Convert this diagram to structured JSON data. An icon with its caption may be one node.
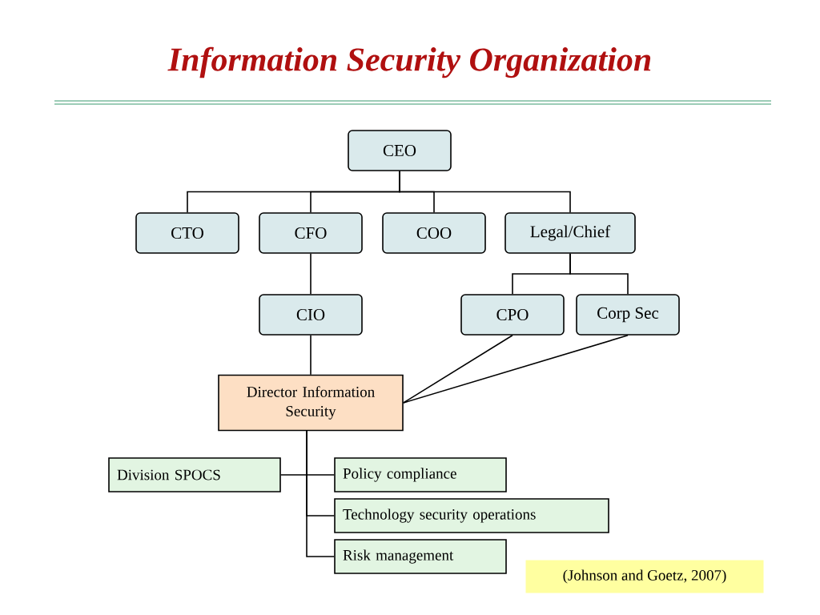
{
  "diagram": {
    "title": "Information Security Organization",
    "nodes": [
      {
        "text": [
          "CEO"
        ]
      },
      {
        "text": [
          "CTO"
        ]
      },
      {
        "text": [
          "CFO"
        ]
      },
      {
        "text": [
          "COO"
        ]
      },
      {
        "text": [
          "Legal/Chief"
        ]
      },
      {
        "text": [
          "CIO"
        ]
      },
      {
        "text": [
          "CPO"
        ]
      },
      {
        "text": [
          "Corp Sec"
        ]
      },
      {
        "text": [
          "Director Information Security"
        ]
      },
      {
        "text": [
          "Division SPOCS"
        ]
      },
      {
        "text": [
          "Policy compliance"
        ]
      },
      {
        "text": [
          "Technology security operations"
        ]
      },
      {
        "text": [
          "Risk management"
        ]
      },
      {
        "text": [
          "(Johnson and Goetz, 2007)"
        ]
      }
    ],
    "edges": [
      {
        "from": 0,
        "to": 1,
        "arrow": "none"
      },
      {
        "from": 0,
        "to": 2,
        "arrow": "none"
      },
      {
        "from": 0,
        "to": 3,
        "arrow": "none"
      },
      {
        "from": 0,
        "to": 4,
        "arrow": "none"
      },
      {
        "from": 2,
        "to": 5,
        "arrow": "none"
      },
      {
        "from": 4,
        "to": 6,
        "arrow": "none"
      },
      {
        "from": 4,
        "to": 7,
        "arrow": "none"
      },
      {
        "from": 5,
        "to": 8,
        "arrow": "none"
      },
      {
        "from": 6,
        "to": 8,
        "arrow": "none"
      },
      {
        "from": 7,
        "to": 8,
        "arrow": "none"
      },
      {
        "from": 8,
        "to": 9,
        "arrow": "none"
      },
      {
        "from": 8,
        "to": 10,
        "arrow": "none"
      },
      {
        "from": 8,
        "to": 11,
        "arrow": "none"
      },
      {
        "from": 8,
        "to": 12,
        "arrow": "none"
      }
    ]
  }
}
